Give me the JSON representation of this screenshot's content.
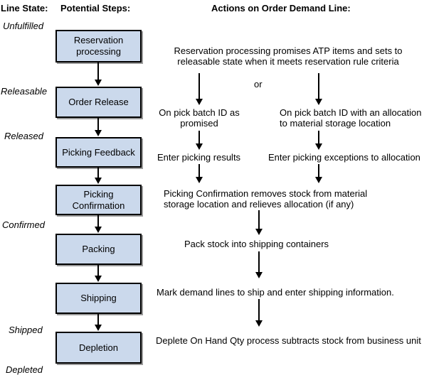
{
  "headers": {
    "line_state": "Line State:",
    "potential_steps": "Potential Steps:",
    "actions": "Actions on Order Demand Line:"
  },
  "line_states": [
    "Unfulfilled",
    "Releasable",
    "Released",
    "Confirmed",
    "Shipped",
    "Depleted"
  ],
  "steps": [
    "Reservation processing",
    "Order Release",
    "Picking Feedback",
    "Picking Confirmation",
    "Packing",
    "Shipping",
    "Depletion"
  ],
  "actions": {
    "reservation_line1": "Reservation processing promises ATP items and sets to",
    "reservation_line2": "releasable state when it meets reservation rule criteria",
    "or_label": "or",
    "pick_as_promised_line1": "On pick batch ID as",
    "pick_as_promised_line2": "promised",
    "pick_allocation_line1": "On pick batch ID with an allocation",
    "pick_allocation_line2": "to material storage location",
    "enter_results": "Enter picking results",
    "enter_exceptions": "Enter picking exceptions to allocation",
    "confirmation_line1": "Picking Confirmation removes stock from material",
    "confirmation_line2": "storage location and relieves allocation (if any)",
    "pack": "Pack stock into shipping containers",
    "ship": "Mark demand lines to ship and enter shipping information.",
    "deplete": "Deplete On Hand Qty process subtracts stock from business unit"
  },
  "colors": {
    "box_fill": "#cbd9ec",
    "box_border": "#000000",
    "box_shadow": "#999999",
    "text": "#000000"
  }
}
